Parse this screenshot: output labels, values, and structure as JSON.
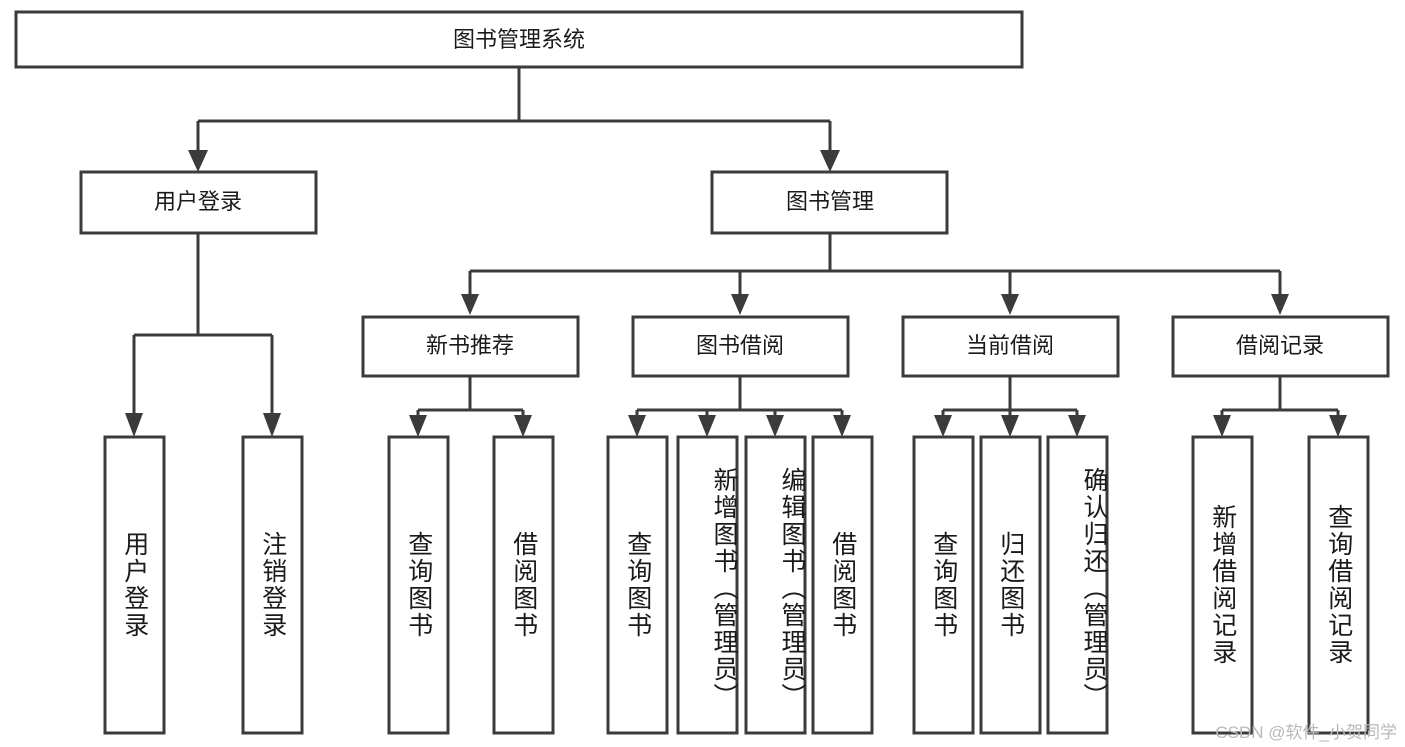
{
  "diagram": {
    "title": "图书管理系统",
    "type": "tree-hierarchy-diagram",
    "colors": {
      "box_stroke": "#3b3b3b",
      "box_fill": "#ffffff",
      "connector": "#3b3b3b",
      "text": "#1a1a1a",
      "watermark": "#b9b9b9"
    },
    "root": {
      "label": "图书管理系统"
    },
    "level2": [
      {
        "label": "用户登录"
      },
      {
        "label": "图书管理"
      }
    ],
    "level3": [
      {
        "label": "新书推荐"
      },
      {
        "label": "图书借阅"
      },
      {
        "label": "当前借阅"
      },
      {
        "label": "借阅记录"
      }
    ],
    "leaves": {
      "user_login": [
        {
          "label": "用户登录"
        },
        {
          "label": "注销登录"
        }
      ],
      "new_book_recommend": [
        {
          "label": "查询图书"
        },
        {
          "label": "借阅图书"
        }
      ],
      "book_borrow": [
        {
          "label": "查询图书"
        },
        {
          "label": "新增图书（管理员）"
        },
        {
          "label": "编辑图书（管理员）"
        },
        {
          "label": "借阅图书"
        }
      ],
      "current_borrow": [
        {
          "label": "查询图书"
        },
        {
          "label": "归还图书"
        },
        {
          "label": "确认归还（管理员）"
        }
      ],
      "borrow_record": [
        {
          "label": "新增借阅记录"
        },
        {
          "label": "查询借阅记录"
        }
      ]
    }
  },
  "watermark": {
    "text": "CSDN @软件_小贺同学"
  }
}
